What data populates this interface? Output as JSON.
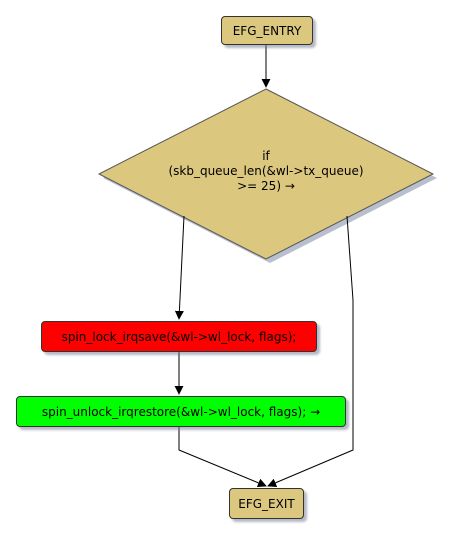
{
  "colors": {
    "terminal_fill": "#dcc77f",
    "decision_fill": "#dcc77f",
    "lock_fill": "#ff0000",
    "unlock_fill": "#00ff00",
    "edge_stroke": "#000000",
    "shadow": "#9aa4b8"
  },
  "nodes": {
    "entry": {
      "label": "EFG_ENTRY"
    },
    "decision": {
      "line1": "if",
      "line2": "(skb_queue_len(&wl->tx_queue)",
      "line3": ">= 25) →"
    },
    "lock": {
      "label": "spin_lock_irqsave(&wl->wl_lock, flags);"
    },
    "unlock": {
      "label": "spin_unlock_irqrestore(&wl->wl_lock, flags); →"
    },
    "exit": {
      "label": "EFG_EXIT"
    }
  }
}
